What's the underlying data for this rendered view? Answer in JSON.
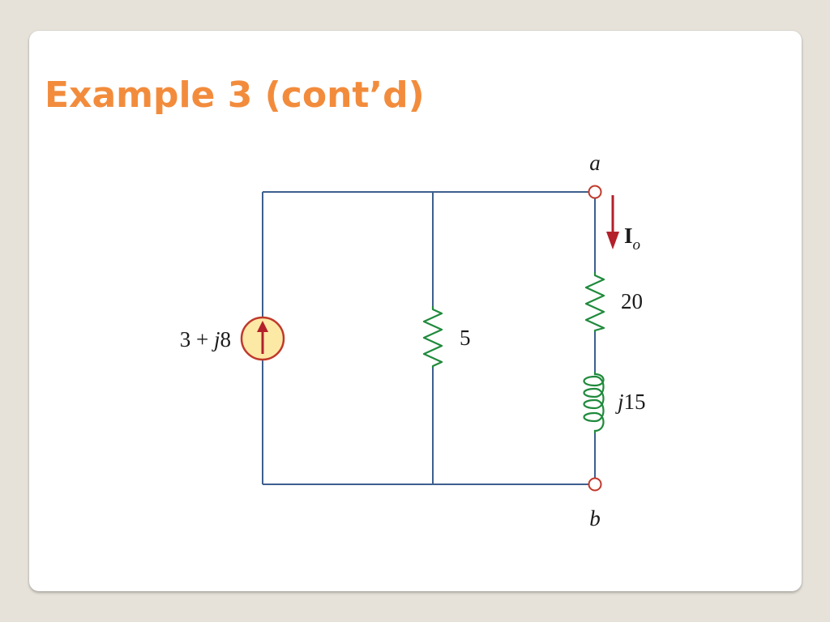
{
  "slide": {
    "title": "Example 3 (cont’d)"
  },
  "circuit": {
    "source": {
      "label": "3 + j8",
      "label_parts": [
        "3 + ",
        "j",
        "8"
      ],
      "fill_color": "#fde9a6",
      "ring_color": "#c0392b",
      "arrow_direction": "up"
    },
    "shunt_resistor": {
      "label": "5"
    },
    "series_resistor": {
      "label": "20"
    },
    "inductor": {
      "label": "j15",
      "label_parts": [
        "j",
        "15"
      ]
    },
    "terminals": {
      "top": "a",
      "bottom": "b"
    },
    "current": {
      "label": "Io",
      "label_parts": [
        "I",
        "o"
      ],
      "arrow_direction": "down",
      "arrow_color": "#b3202a"
    },
    "colors": {
      "wire": "#3d5f8e",
      "resistor": "#1f8a3c",
      "inductor": "#1f8a3c",
      "terminal": "#c0392b"
    }
  }
}
